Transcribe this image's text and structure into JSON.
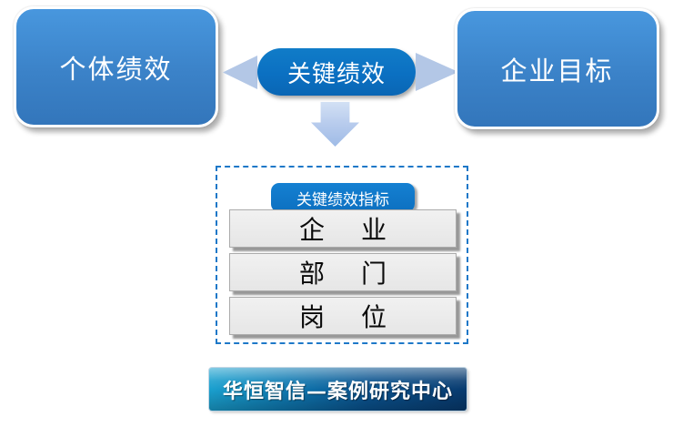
{
  "diagram": {
    "left_box": {
      "label": "个体绩效"
    },
    "center_node": {
      "label": "关键绩效"
    },
    "right_box": {
      "label": "企业目标"
    },
    "kpi_panel": {
      "header": "关键绩效指标",
      "levels": [
        {
          "label": "企　业"
        },
        {
          "label": "部　门"
        },
        {
          "label": "岗　位"
        }
      ]
    },
    "footer_banner": {
      "label": "华恒智信—案例研究中心"
    },
    "icons": {
      "left_arrow": "arrow-left-icon",
      "right_arrow": "arrow-right-icon",
      "down_arrow": "arrow-down-icon"
    },
    "colors": {
      "box_blue_top": "#4897de",
      "box_blue_bottom": "#3376bb",
      "node_blue": "#0b70c2",
      "arrow_light_blue": "#b3c7e6",
      "panel_border_blue": "#1e78c8",
      "bar_gray": "#ebebeb",
      "banner_cyan": "#1ba2d0",
      "banner_navy": "#083a6e"
    }
  }
}
